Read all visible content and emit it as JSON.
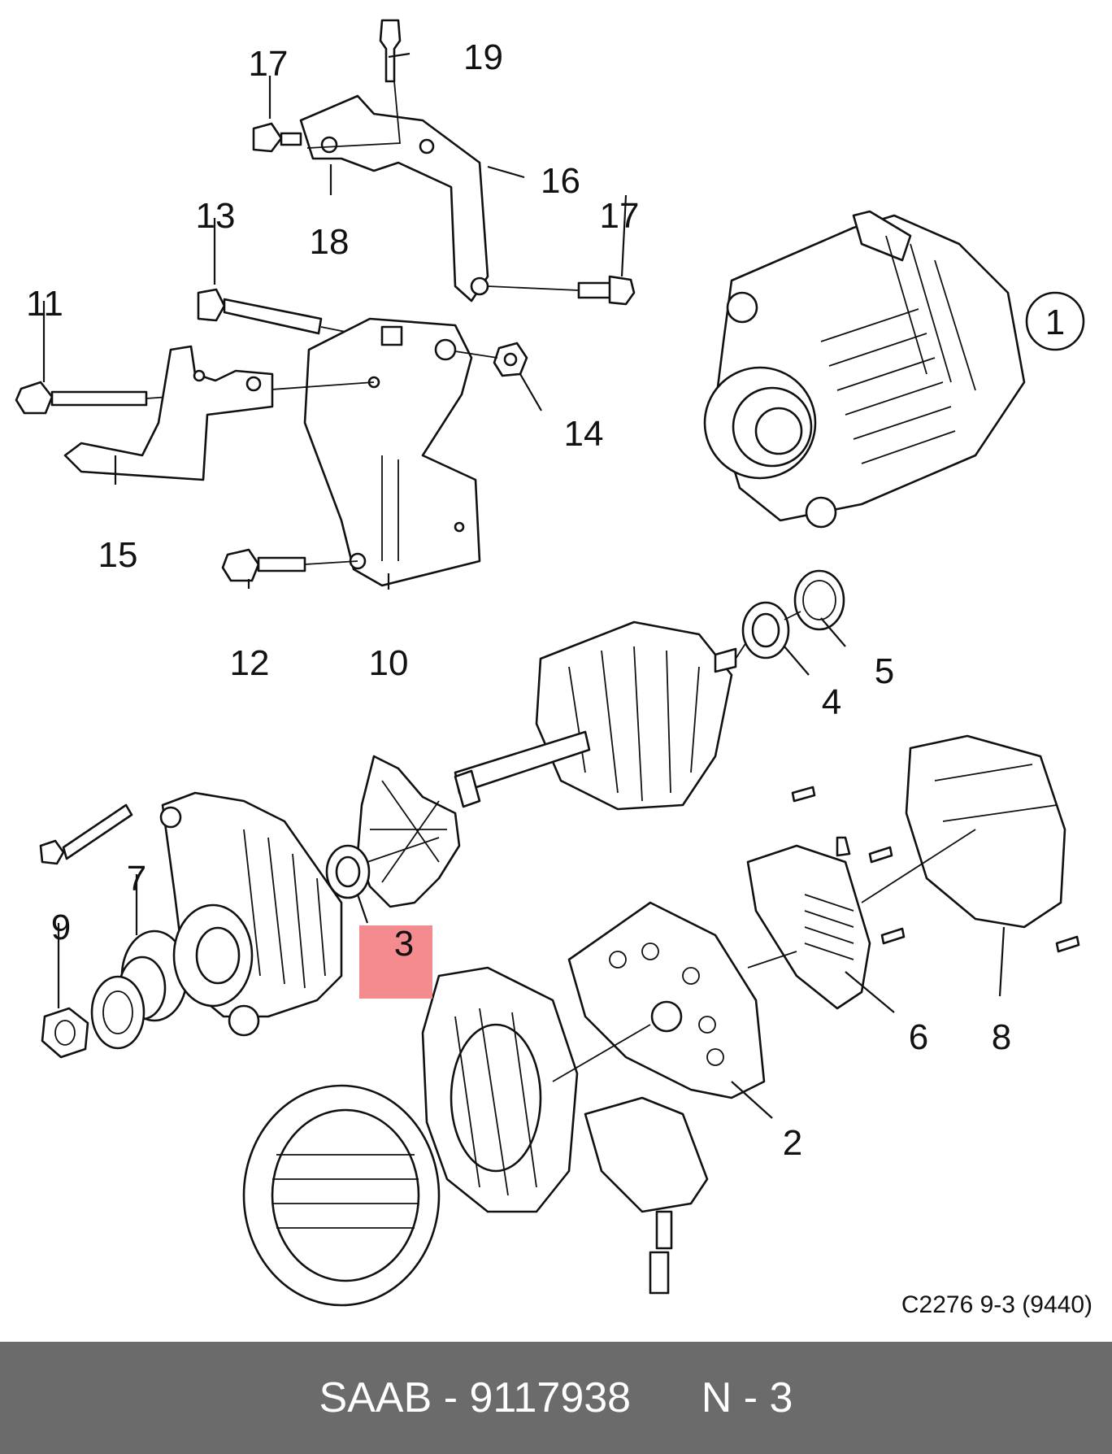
{
  "callouts": {
    "c1": "1",
    "c2": "2",
    "c3": "3",
    "c4": "4",
    "c5": "5",
    "c6": "6",
    "c7": "7",
    "c8": "8",
    "c9": "9",
    "c10": "10",
    "c11": "11",
    "c12": "12",
    "c13": "13",
    "c14": "14",
    "c15": "15",
    "c16": "16",
    "c17a": "17",
    "c17b": "17",
    "c18": "18",
    "c19": "19"
  },
  "highlight": {
    "color": "#f48b8e"
  },
  "reference_code": "C2276 9-3 (9440)",
  "footer": {
    "brand_part": "SAAB - 9117938",
    "position": "N - 3",
    "background": "#6b6b6b"
  }
}
